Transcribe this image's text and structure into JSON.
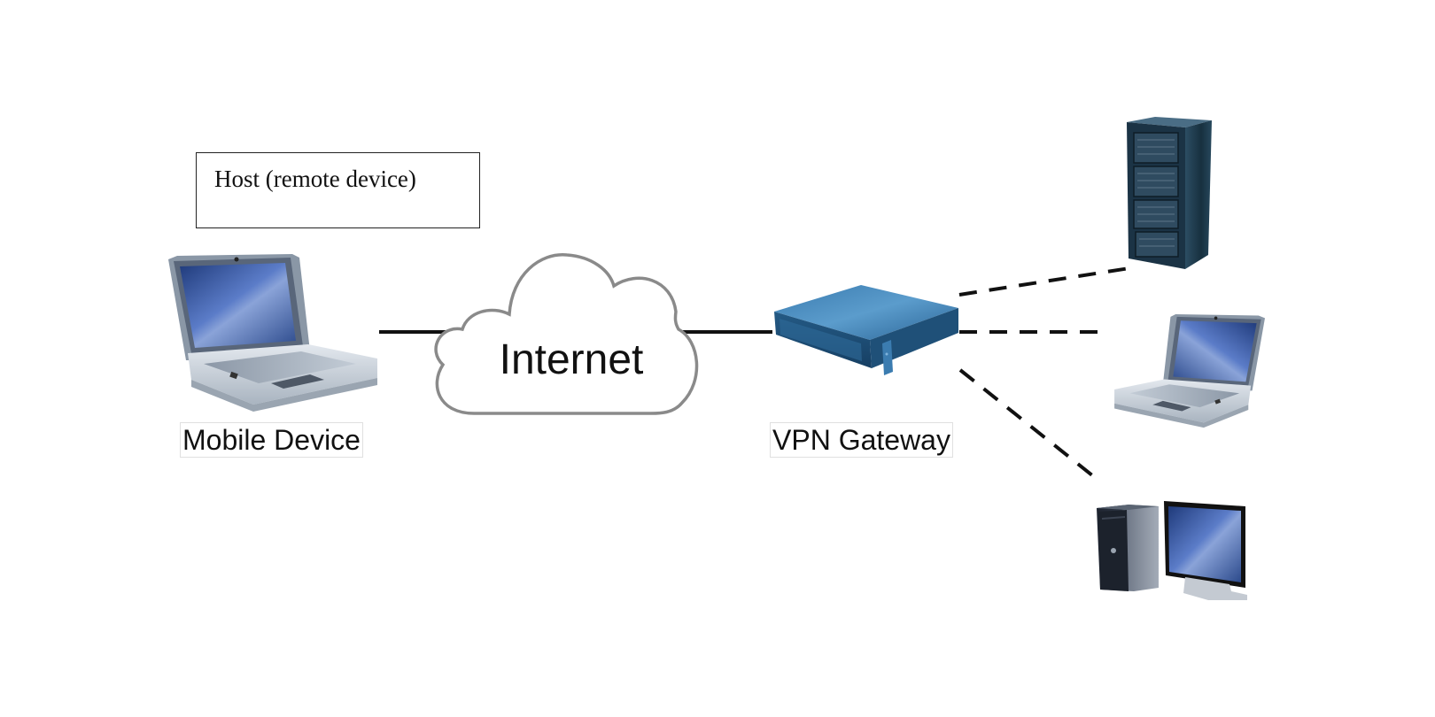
{
  "diagram": {
    "title_box": {
      "text": "Host (remote device)"
    },
    "nodes": [
      {
        "id": "mobile-device",
        "label": "Mobile Device",
        "icon": "laptop-icon"
      },
      {
        "id": "internet",
        "label": "Internet",
        "icon": "cloud-icon"
      },
      {
        "id": "vpn-gateway",
        "label": "VPN Gateway",
        "icon": "network-appliance-icon"
      },
      {
        "id": "server",
        "label": "",
        "icon": "server-rack-icon"
      },
      {
        "id": "laptop",
        "label": "",
        "icon": "laptop-icon"
      },
      {
        "id": "desktop",
        "label": "",
        "icon": "desktop-computer-icon"
      }
    ],
    "edges": [
      {
        "from": "mobile-device",
        "to": "internet",
        "style": "solid"
      },
      {
        "from": "internet",
        "to": "vpn-gateway",
        "style": "solid"
      },
      {
        "from": "vpn-gateway",
        "to": "server",
        "style": "dashed"
      },
      {
        "from": "vpn-gateway",
        "to": "laptop",
        "style": "dashed"
      },
      {
        "from": "vpn-gateway",
        "to": "desktop",
        "style": "dashed"
      }
    ],
    "colors": {
      "line": "#111111",
      "cloud_stroke": "#8a8a8a",
      "gateway_blue": "#2d6a9a",
      "server_dark": "#1d3344",
      "screen_blue": "#3a5ea8"
    }
  }
}
